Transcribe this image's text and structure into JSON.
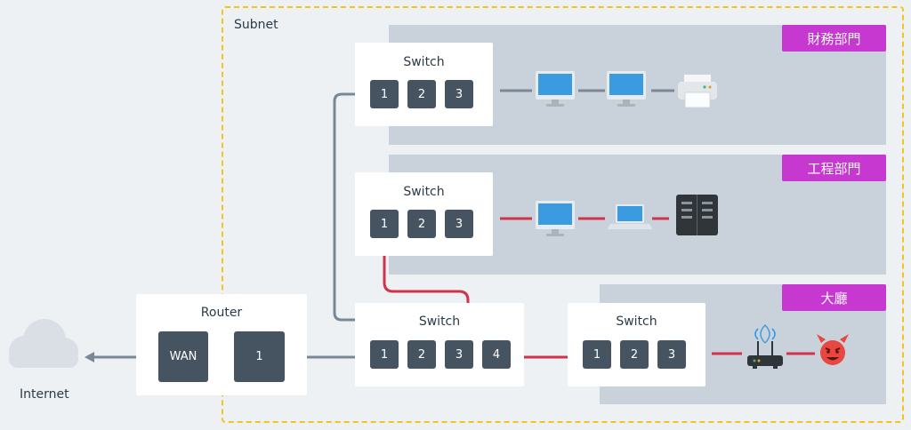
{
  "subnet_label": "Subnet",
  "internet_label": "Internet",
  "router": {
    "title": "Router",
    "ports": [
      "WAN",
      "1"
    ]
  },
  "departments": {
    "finance": "財務部門",
    "engineering": "工程部門",
    "lobby": "大廳"
  },
  "switches": {
    "finance": {
      "title": "Switch",
      "ports": [
        "1",
        "2",
        "3"
      ]
    },
    "engineering": {
      "title": "Switch",
      "ports": [
        "1",
        "2",
        "3"
      ]
    },
    "core": {
      "title": "Switch",
      "ports": [
        "1",
        "2",
        "3",
        "4"
      ]
    },
    "lobby": {
      "title": "Switch",
      "ports": [
        "1",
        "2",
        "3"
      ]
    }
  },
  "colors": {
    "normal_link": "#7a8896",
    "compromised_link": "#d0334b",
    "dept_label": "#c638d0",
    "subnet_border": "#f2c41c"
  },
  "icons": [
    "cloud-icon",
    "monitor-icon",
    "printer-icon",
    "laptop-icon",
    "server-icon",
    "wifi-router-icon",
    "devil-icon"
  ]
}
